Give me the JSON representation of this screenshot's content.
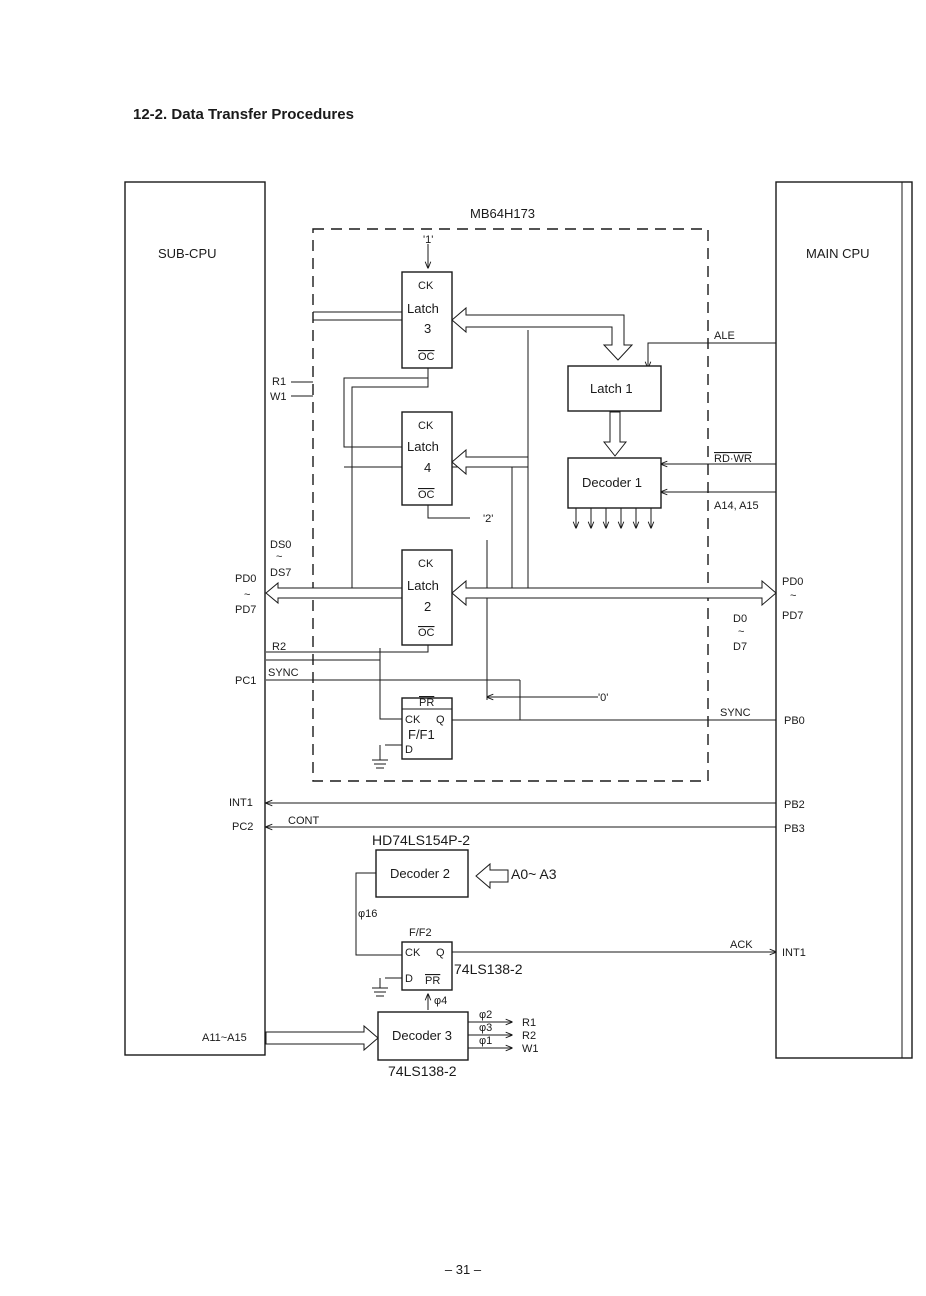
{
  "section_title": "12-2.   Data Transfer Procedures",
  "page_number": "– 31 –",
  "diagram": {
    "sub_cpu": "SUB-CPU",
    "main_cpu": "MAIN CPU",
    "chip": "MB64H173",
    "latch3": {
      "ck": "CK",
      "name": "Latch",
      "num": "3",
      "oc": "OC"
    },
    "latch4": {
      "ck": "CK",
      "name": "Latch",
      "num": "4",
      "oc": "OC"
    },
    "latch2": {
      "ck": "CK",
      "name": "Latch",
      "num": "2",
      "oc": "OC"
    },
    "latch1": "Latch 1",
    "decoder1": "Decoder 1",
    "ff1": {
      "pr": "PR",
      "ck": "CK",
      "q": "Q",
      "name": "F/F1",
      "d": "D"
    },
    "decoder2": "Decoder 2",
    "decoder2_part": "HD74LS154P-2",
    "decoder2_in": "A0~ A3",
    "ff2": {
      "title": "F/F2",
      "ck": "CK",
      "q": "Q",
      "d": "D",
      "pr": "PR",
      "part": "74LS138-2"
    },
    "decoder3": "Decoder 3",
    "decoder3_part": "74LS138-2",
    "signals": {
      "one": "'1'",
      "two": "'2'",
      "zero": "'0'",
      "r1": "R1",
      "w1": "W1",
      "r2": "R2",
      "sync_left": "SYNC",
      "ds0": "DS0",
      "ds7": "DS7",
      "tilde": "~",
      "pd0_left": "PD0",
      "pd7_left": "PD7",
      "pc1": "PC1",
      "int1_left": "INT1",
      "pc2": "PC2",
      "cont": "CONT",
      "a11_a15": "A11~A15",
      "ale": "ALE",
      "rd_wr": "RD·WR",
      "a14_a15": "A14, A15",
      "pd0_right": "PD0",
      "pd7_right": "PD7",
      "d0": "D0",
      "d7": "D7",
      "sync_right": "SYNC",
      "pb0": "PB0",
      "pb2": "PB2",
      "pb3": "PB3",
      "ack": "ACK",
      "int1_right": "INT1",
      "phi16": "φ16",
      "phi4": "φ4",
      "phi2": "φ2",
      "phi3": "φ3",
      "phi1": "φ1",
      "r1_out": "R1",
      "r2_out": "R2",
      "w1_out": "W1"
    }
  }
}
